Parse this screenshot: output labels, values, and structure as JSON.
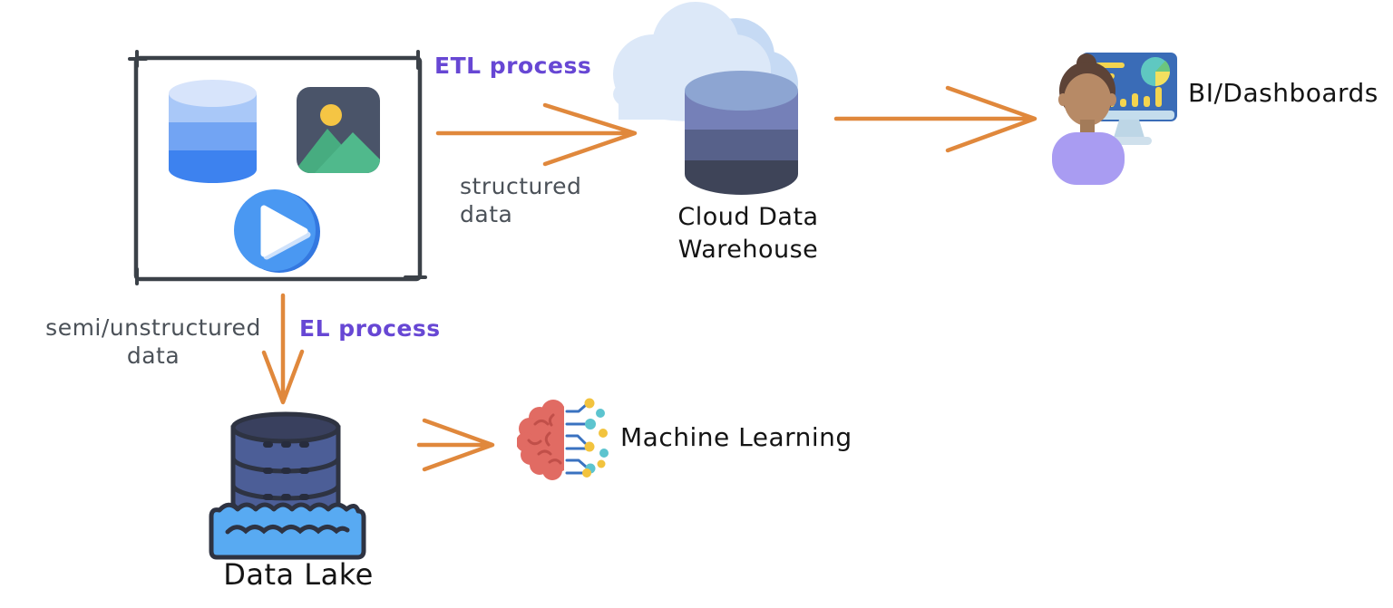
{
  "diagram": {
    "type": "data-architecture-flow",
    "nodes": {
      "data_sources": {
        "label": "",
        "icons": [
          "database-icon",
          "image-icon",
          "video-play-icon"
        ],
        "description": "sketched box containing source data types"
      },
      "cloud_data_warehouse": {
        "label": "Cloud Data\nWarehouse",
        "icon": "cloud-database-icon"
      },
      "bi_dashboards": {
        "label": "BI/Dashboards",
        "icon": "analyst-dashboard-icon"
      },
      "data_lake": {
        "label": "Data Lake",
        "icon": "data-lake-icon"
      },
      "machine_learning": {
        "label": "Machine Learning",
        "icon": "brain-circuit-icon"
      }
    },
    "edges": [
      {
        "from": "data-sources",
        "to": "cloud-data-warehouse",
        "process": "ETL process",
        "data": "structured\ndata",
        "direction": "right"
      },
      {
        "from": "cloud-data-warehouse",
        "to": "bi-dashboards",
        "process": "",
        "data": "",
        "direction": "right"
      },
      {
        "from": "data-sources",
        "to": "data-lake",
        "process": "EL process",
        "data": "semi/unstructured\ndata",
        "direction": "down"
      },
      {
        "from": "data-lake",
        "to": "machine-learning",
        "process": "",
        "data": "",
        "direction": "right"
      }
    ]
  },
  "colors": {
    "background": "#FFFFFF",
    "arrow": "#E0883C",
    "process_label": "#6747D4",
    "data_label": "#4B5158",
    "node_label": "#141414",
    "sketch_box_stroke": "#3B4148",
    "source_db_blues": [
      "#D7E4FB",
      "#A9C8F8",
      "#72A4F3",
      "#3D82EF"
    ],
    "warehouse_blues": [
      "#8DA5D2",
      "#7580B8",
      "#57618A",
      "#3E4458"
    ],
    "cloud": "#DCE8F8",
    "cloud_shade": "#C6DAF4",
    "image_icon_bg": "#4A5469",
    "image_icon_sun": "#F5C544",
    "image_icon_mountain": "#50B98C",
    "play_button": "#4A98F2",
    "data_lake_band": "#4C5E97",
    "data_lake_outline": "#2E3342",
    "data_lake_water": "#58AAF2",
    "brain": "#E16B63",
    "circuit_line": "#3A72C0",
    "circuit_dot_teal": "#5CC4CF",
    "circuit_dot_yellow": "#F2C33E",
    "monitor_screen": "#3A6CB7",
    "monitor_chart_yellow": "#F3D44F",
    "shirt_purple": "#A99CF2"
  }
}
